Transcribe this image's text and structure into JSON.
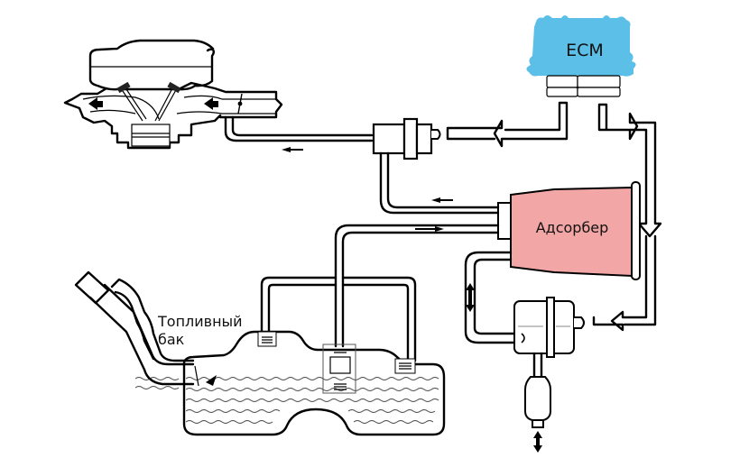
{
  "diagram": {
    "title": "Evaporative emission control system",
    "labels": {
      "ecm": "ECM",
      "canister": "Адсорбер",
      "fuel_tank_line1": "Топливный",
      "fuel_tank_line2": "бак"
    },
    "colors": {
      "ecm_fill": "#5bbfe8",
      "canister_fill": "#f2a6a6",
      "line": "#000000",
      "background": "#ffffff"
    },
    "components": [
      "engine-intake",
      "purge-valve",
      "ecm",
      "canister",
      "canister-vent-valve",
      "vent-filter",
      "fuel-tank",
      "filler-neck",
      "rollover-valves"
    ]
  }
}
